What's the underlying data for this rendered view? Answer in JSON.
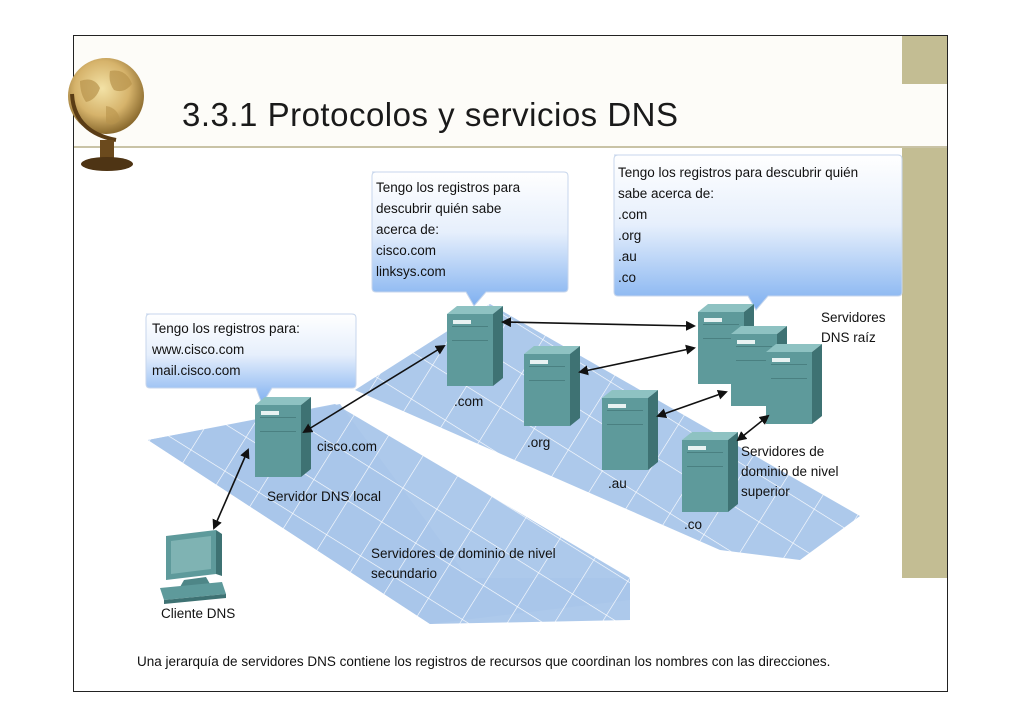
{
  "slide": {
    "title": "3.3.1 Protocolos y servicios DNS",
    "caption": "Una jerarquía de servidores DNS contiene los registros de recursos que coordinan los nombres con las direcciones."
  },
  "bubbles": {
    "local": [
      "Tengo los registros para:",
      "www.cisco.com",
      "mail.cisco.com"
    ],
    "secondary": [
      "Tengo los registros para",
      "descubrir quién sabe",
      "acerca de:",
      "cisco.com",
      "linksys.com"
    ],
    "root": [
      "Tengo los registros para descubrir quién",
      "sabe acerca de:",
      ".com",
      ".org",
      ".au",
      ".co"
    ]
  },
  "labels": {
    "root_servers": [
      "Servidores",
      "DNS raíz"
    ],
    "tld_servers": [
      "Servidores de",
      "dominio de nivel",
      "superior"
    ],
    "cisco": "cisco.com",
    "local_server": "Servidor DNS local",
    "secondary_servers": [
      "Servidores de dominio de nivel",
      "secundario"
    ],
    "client": "Cliente DNS",
    "com": ".com",
    "org": ".org",
    "au": ".au",
    "co": ".co"
  },
  "colors": {
    "plane": "#a9c6ea",
    "server": "#5e9a9b",
    "bubble_top": "#ffffff",
    "bubble_bottom": "#7fb0f0",
    "accent_bar": "#c3bd93"
  }
}
